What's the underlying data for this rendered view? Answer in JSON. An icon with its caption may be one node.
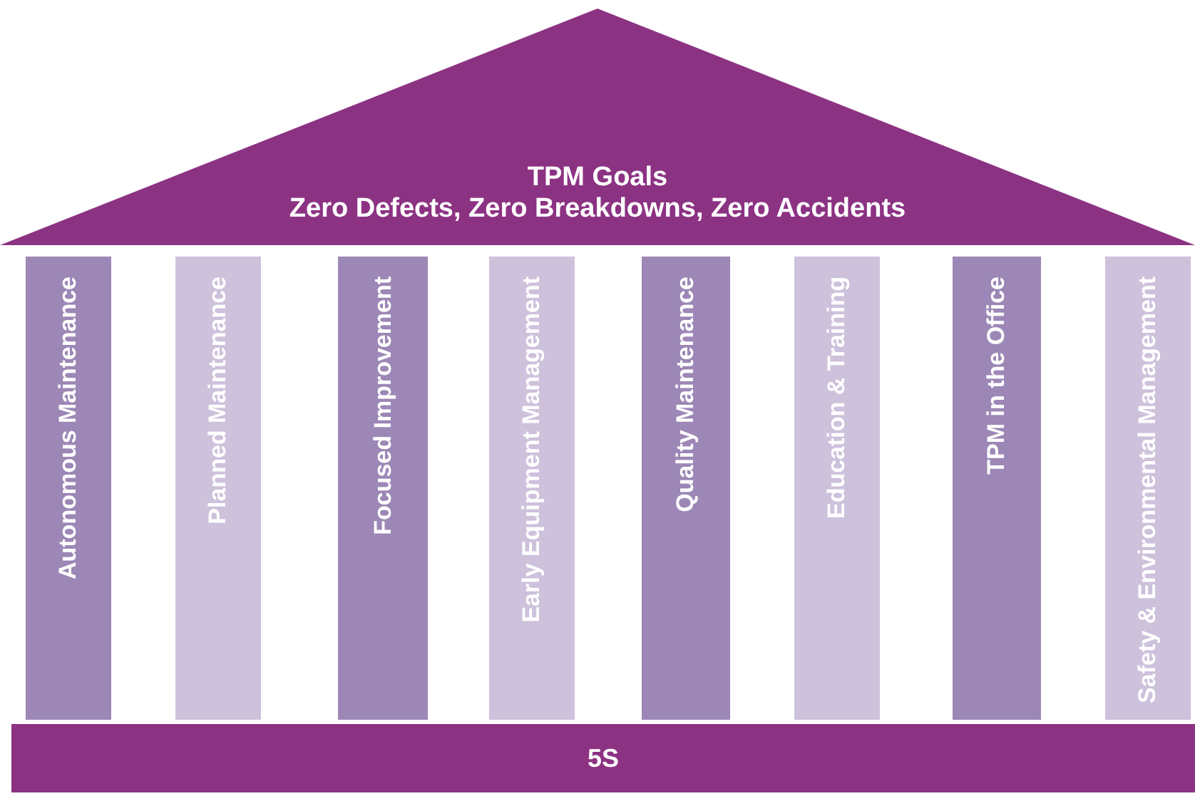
{
  "diagram": {
    "nodes": [
      {
        "text": [
          "TPM Goals",
          "Zero Defects, Zero Breakdowns, Zero Accidents"
        ]
      },
      {
        "text": [
          "Autonomous Maintenance"
        ]
      },
      {
        "text": [
          "Planned Maintenance"
        ]
      },
      {
        "text": [
          "Focused Improvement"
        ]
      },
      {
        "text": [
          "Early Equipment Management"
        ]
      },
      {
        "text": [
          "Quality Maintenance"
        ]
      },
      {
        "text": [
          "Education & Training"
        ]
      },
      {
        "text": [
          "TPM in the Office"
        ]
      },
      {
        "text": [
          "Safety & Environmental Management"
        ]
      },
      {
        "text": [
          "5S"
        ]
      }
    ]
  }
}
